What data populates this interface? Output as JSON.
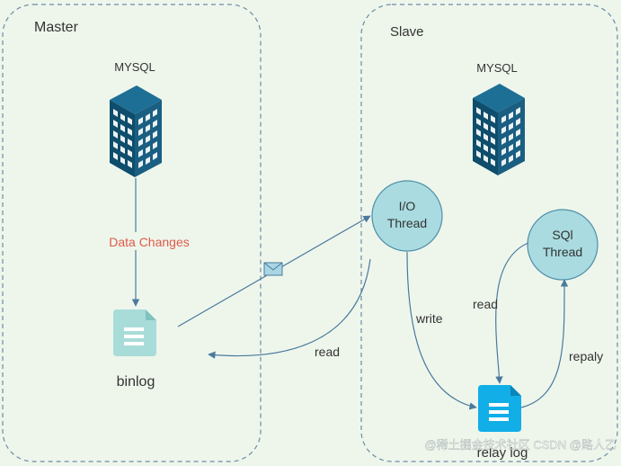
{
  "master": {
    "title": "Master",
    "db_label": "MYSQL",
    "change_label": "Data Changes",
    "binlog_label": "binlog"
  },
  "slave": {
    "title": "Slave",
    "db_label": "MYSQL",
    "io_thread_line1": "I/O",
    "io_thread_line2": "Thread",
    "sql_thread_line1": "SQl",
    "sql_thread_line2": "Thread",
    "relay_log_label": "relay log"
  },
  "edges": {
    "read_binlog": "read",
    "write": "write",
    "read_relay": "read",
    "replay": "repaly"
  },
  "watermark": "@稀土掘金技术社区 CSDN @路人乙",
  "colors": {
    "background": "#eef6ec",
    "container_border": "#6b8ba4",
    "arrow": "#4a7a9c",
    "thread_fill": "#a9dbe0",
    "thread_stroke": "#4f8fa8",
    "binlog_fill": "#a8dcd9",
    "relay_fill": "#11aee8",
    "data_changes_text": "#e05a4a",
    "building_dark": "#0e4d6b",
    "building_mid": "#1d6f96",
    "text": "#333333"
  },
  "icons": {
    "db": "server-building-icon",
    "binlog": "document-icon",
    "relay_log": "document-icon",
    "message": "envelope-icon"
  }
}
